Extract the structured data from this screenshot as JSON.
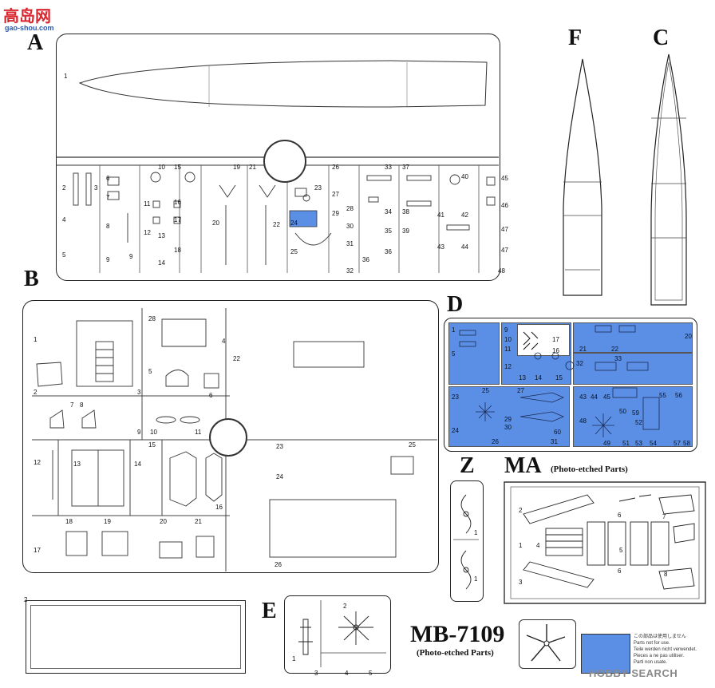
{
  "watermark_top": {
    "logo_text": "高岛网",
    "url": "gao-shou.com"
  },
  "sprues": {
    "A": {
      "letter": "A",
      "parts": [
        "1",
        "2",
        "3",
        "4",
        "5",
        "6",
        "7",
        "8",
        "9",
        "9",
        "10",
        "11",
        "12",
        "13",
        "14",
        "15",
        "16",
        "17",
        "18",
        "19",
        "20",
        "21",
        "22",
        "23",
        "24",
        "25",
        "26",
        "27",
        "28",
        "29",
        "30",
        "31",
        "32",
        "33",
        "34",
        "35",
        "36",
        "36",
        "37",
        "38",
        "39",
        "40",
        "41",
        "42",
        "43",
        "44",
        "45",
        "46",
        "47",
        "47",
        "48"
      ]
    },
    "B": {
      "letter": "B",
      "parts": [
        "1",
        "2",
        "3",
        "4",
        "5",
        "6",
        "7",
        "8",
        "9",
        "10",
        "11",
        "12",
        "13",
        "14",
        "15",
        "16",
        "17",
        "18",
        "19",
        "20",
        "21",
        "22",
        "23",
        "24",
        "25",
        "26",
        "28"
      ]
    },
    "C": {
      "letter": "C"
    },
    "D": {
      "letter": "D",
      "parts": [
        "1",
        "5",
        "9",
        "10",
        "11",
        "12",
        "13",
        "14",
        "15",
        "16",
        "17",
        "20",
        "21",
        "22",
        "23",
        "24",
        "25",
        "26",
        "27",
        "29",
        "30",
        "31",
        "32",
        "33",
        "43",
        "44",
        "45",
        "48",
        "49",
        "50",
        "51",
        "52",
        "53",
        "54",
        "55",
        "56",
        "57",
        "58",
        "59",
        "60"
      ]
    },
    "E": {
      "letter": "E",
      "parts": [
        "1",
        "2",
        "3",
        "4",
        "5"
      ]
    },
    "F": {
      "letter": "F"
    },
    "Z": {
      "letter": "Z",
      "parts": [
        "1",
        "1"
      ]
    },
    "MA": {
      "letter": "MA",
      "subtitle": "(Photo-etched Parts)",
      "parts": [
        "1",
        "2",
        "3",
        "4",
        "5",
        "6",
        "6",
        "7",
        "8"
      ]
    },
    "MB": {
      "title": "MB-7109",
      "subtitle": "(Photo-etched Parts)"
    },
    "frame2": {
      "parts": [
        "2"
      ]
    }
  },
  "notice": {
    "lines": [
      "この部品は使用しません",
      "Parts not for use.",
      "Teile werden nicht verwendet.",
      "Pieces a ne pas utiliser.",
      "Parti non usate."
    ]
  },
  "watermark_bottom": {
    "text": "HOBBY SEARCH"
  },
  "colors": {
    "highlight": "#5b8fe6",
    "line": "#222222"
  }
}
